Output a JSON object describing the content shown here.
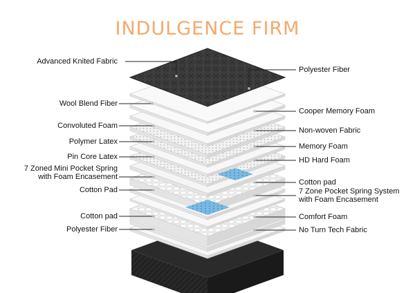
{
  "title": "INDULGENCE FIRM",
  "colors": {
    "title": "#f4a96a",
    "top_fabric": "#3a3a3a",
    "base": "#1f1f1f",
    "foam": "#f6f6f6",
    "spring_accent": "#5aa7d8"
  },
  "left_labels": [
    {
      "lines": [
        "Advanced Knited Fabric"
      ]
    },
    {
      "lines": [
        "Wool Blend Fiber"
      ]
    },
    {
      "lines": [
        "Convoluted Foam"
      ]
    },
    {
      "lines": [
        "Polymer Latex"
      ]
    },
    {
      "lines": [
        "Pin Core Latex"
      ]
    },
    {
      "lines": [
        "7 Zoned Mini Pocket Spring",
        "with Foam Encasement"
      ]
    },
    {
      "lines": [
        "Cotton Pad"
      ]
    },
    {
      "lines": [
        "Cotton pad"
      ]
    },
    {
      "lines": [
        "Polyester Fiber"
      ]
    }
  ],
  "right_labels": [
    {
      "lines": [
        "Polyester Fiber"
      ]
    },
    {
      "lines": [
        "Cooper Memory Foam"
      ]
    },
    {
      "lines": [
        "Non-woven Fabric"
      ]
    },
    {
      "lines": [
        "Memory Foam"
      ]
    },
    {
      "lines": [
        "HD Hard Foam"
      ]
    },
    {
      "lines": [
        "Cotton pad"
      ]
    },
    {
      "lines": [
        "7 Zone Pocket Spring System",
        "with Foam Encasement"
      ]
    },
    {
      "lines": [
        "Comfort Foam"
      ]
    },
    {
      "lines": [
        "No Turn Tech Fabric"
      ]
    }
  ]
}
